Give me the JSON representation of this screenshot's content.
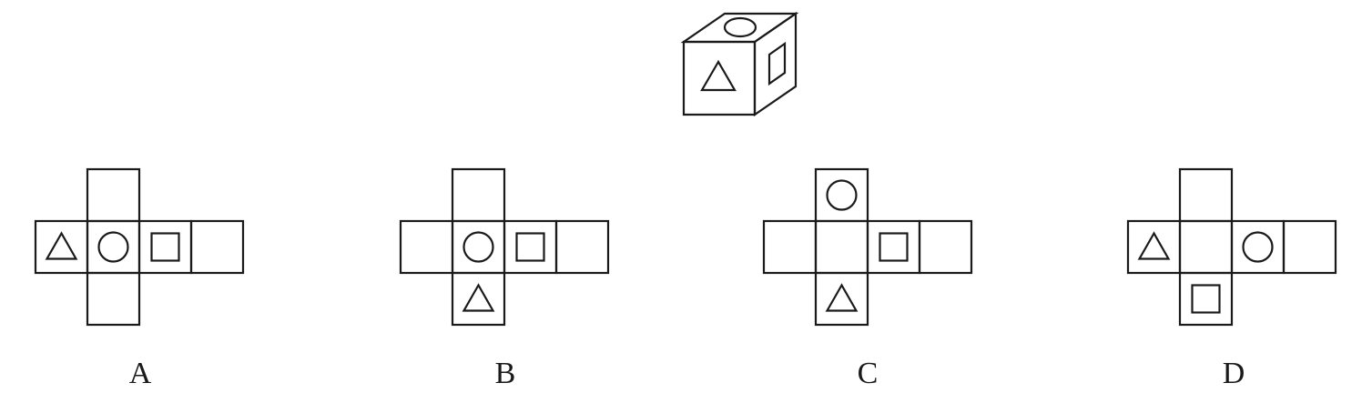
{
  "cube": {
    "faces": [
      {
        "face": "front",
        "symbol": "triangle"
      },
      {
        "face": "top",
        "symbol": "circle"
      },
      {
        "face": "right",
        "symbol": "square"
      }
    ]
  },
  "options": [
    {
      "label": "A",
      "cells": [
        {
          "col": 1,
          "row": 0,
          "symbol": ""
        },
        {
          "col": 0,
          "row": 1,
          "symbol": "triangle"
        },
        {
          "col": 1,
          "row": 1,
          "symbol": "circle"
        },
        {
          "col": 2,
          "row": 1,
          "symbol": "square"
        },
        {
          "col": 3,
          "row": 1,
          "symbol": ""
        },
        {
          "col": 1,
          "row": 2,
          "symbol": ""
        }
      ]
    },
    {
      "label": "B",
      "cells": [
        {
          "col": 1,
          "row": 0,
          "symbol": ""
        },
        {
          "col": 0,
          "row": 1,
          "symbol": ""
        },
        {
          "col": 1,
          "row": 1,
          "symbol": "circle"
        },
        {
          "col": 2,
          "row": 1,
          "symbol": "square"
        },
        {
          "col": 3,
          "row": 1,
          "symbol": ""
        },
        {
          "col": 1,
          "row": 2,
          "symbol": "triangle"
        }
      ]
    },
    {
      "label": "C",
      "cells": [
        {
          "col": 1,
          "row": 0,
          "symbol": "circle"
        },
        {
          "col": 0,
          "row": 1,
          "symbol": ""
        },
        {
          "col": 1,
          "row": 1,
          "symbol": ""
        },
        {
          "col": 2,
          "row": 1,
          "symbol": "square"
        },
        {
          "col": 3,
          "row": 1,
          "symbol": ""
        },
        {
          "col": 1,
          "row": 2,
          "symbol": "triangle"
        }
      ]
    },
    {
      "label": "D",
      "cells": [
        {
          "col": 1,
          "row": 0,
          "symbol": ""
        },
        {
          "col": 0,
          "row": 1,
          "symbol": "triangle"
        },
        {
          "col": 1,
          "row": 1,
          "symbol": ""
        },
        {
          "col": 2,
          "row": 1,
          "symbol": "circle"
        },
        {
          "col": 3,
          "row": 1,
          "symbol": ""
        },
        {
          "col": 1,
          "row": 2,
          "symbol": "square"
        }
      ]
    }
  ]
}
